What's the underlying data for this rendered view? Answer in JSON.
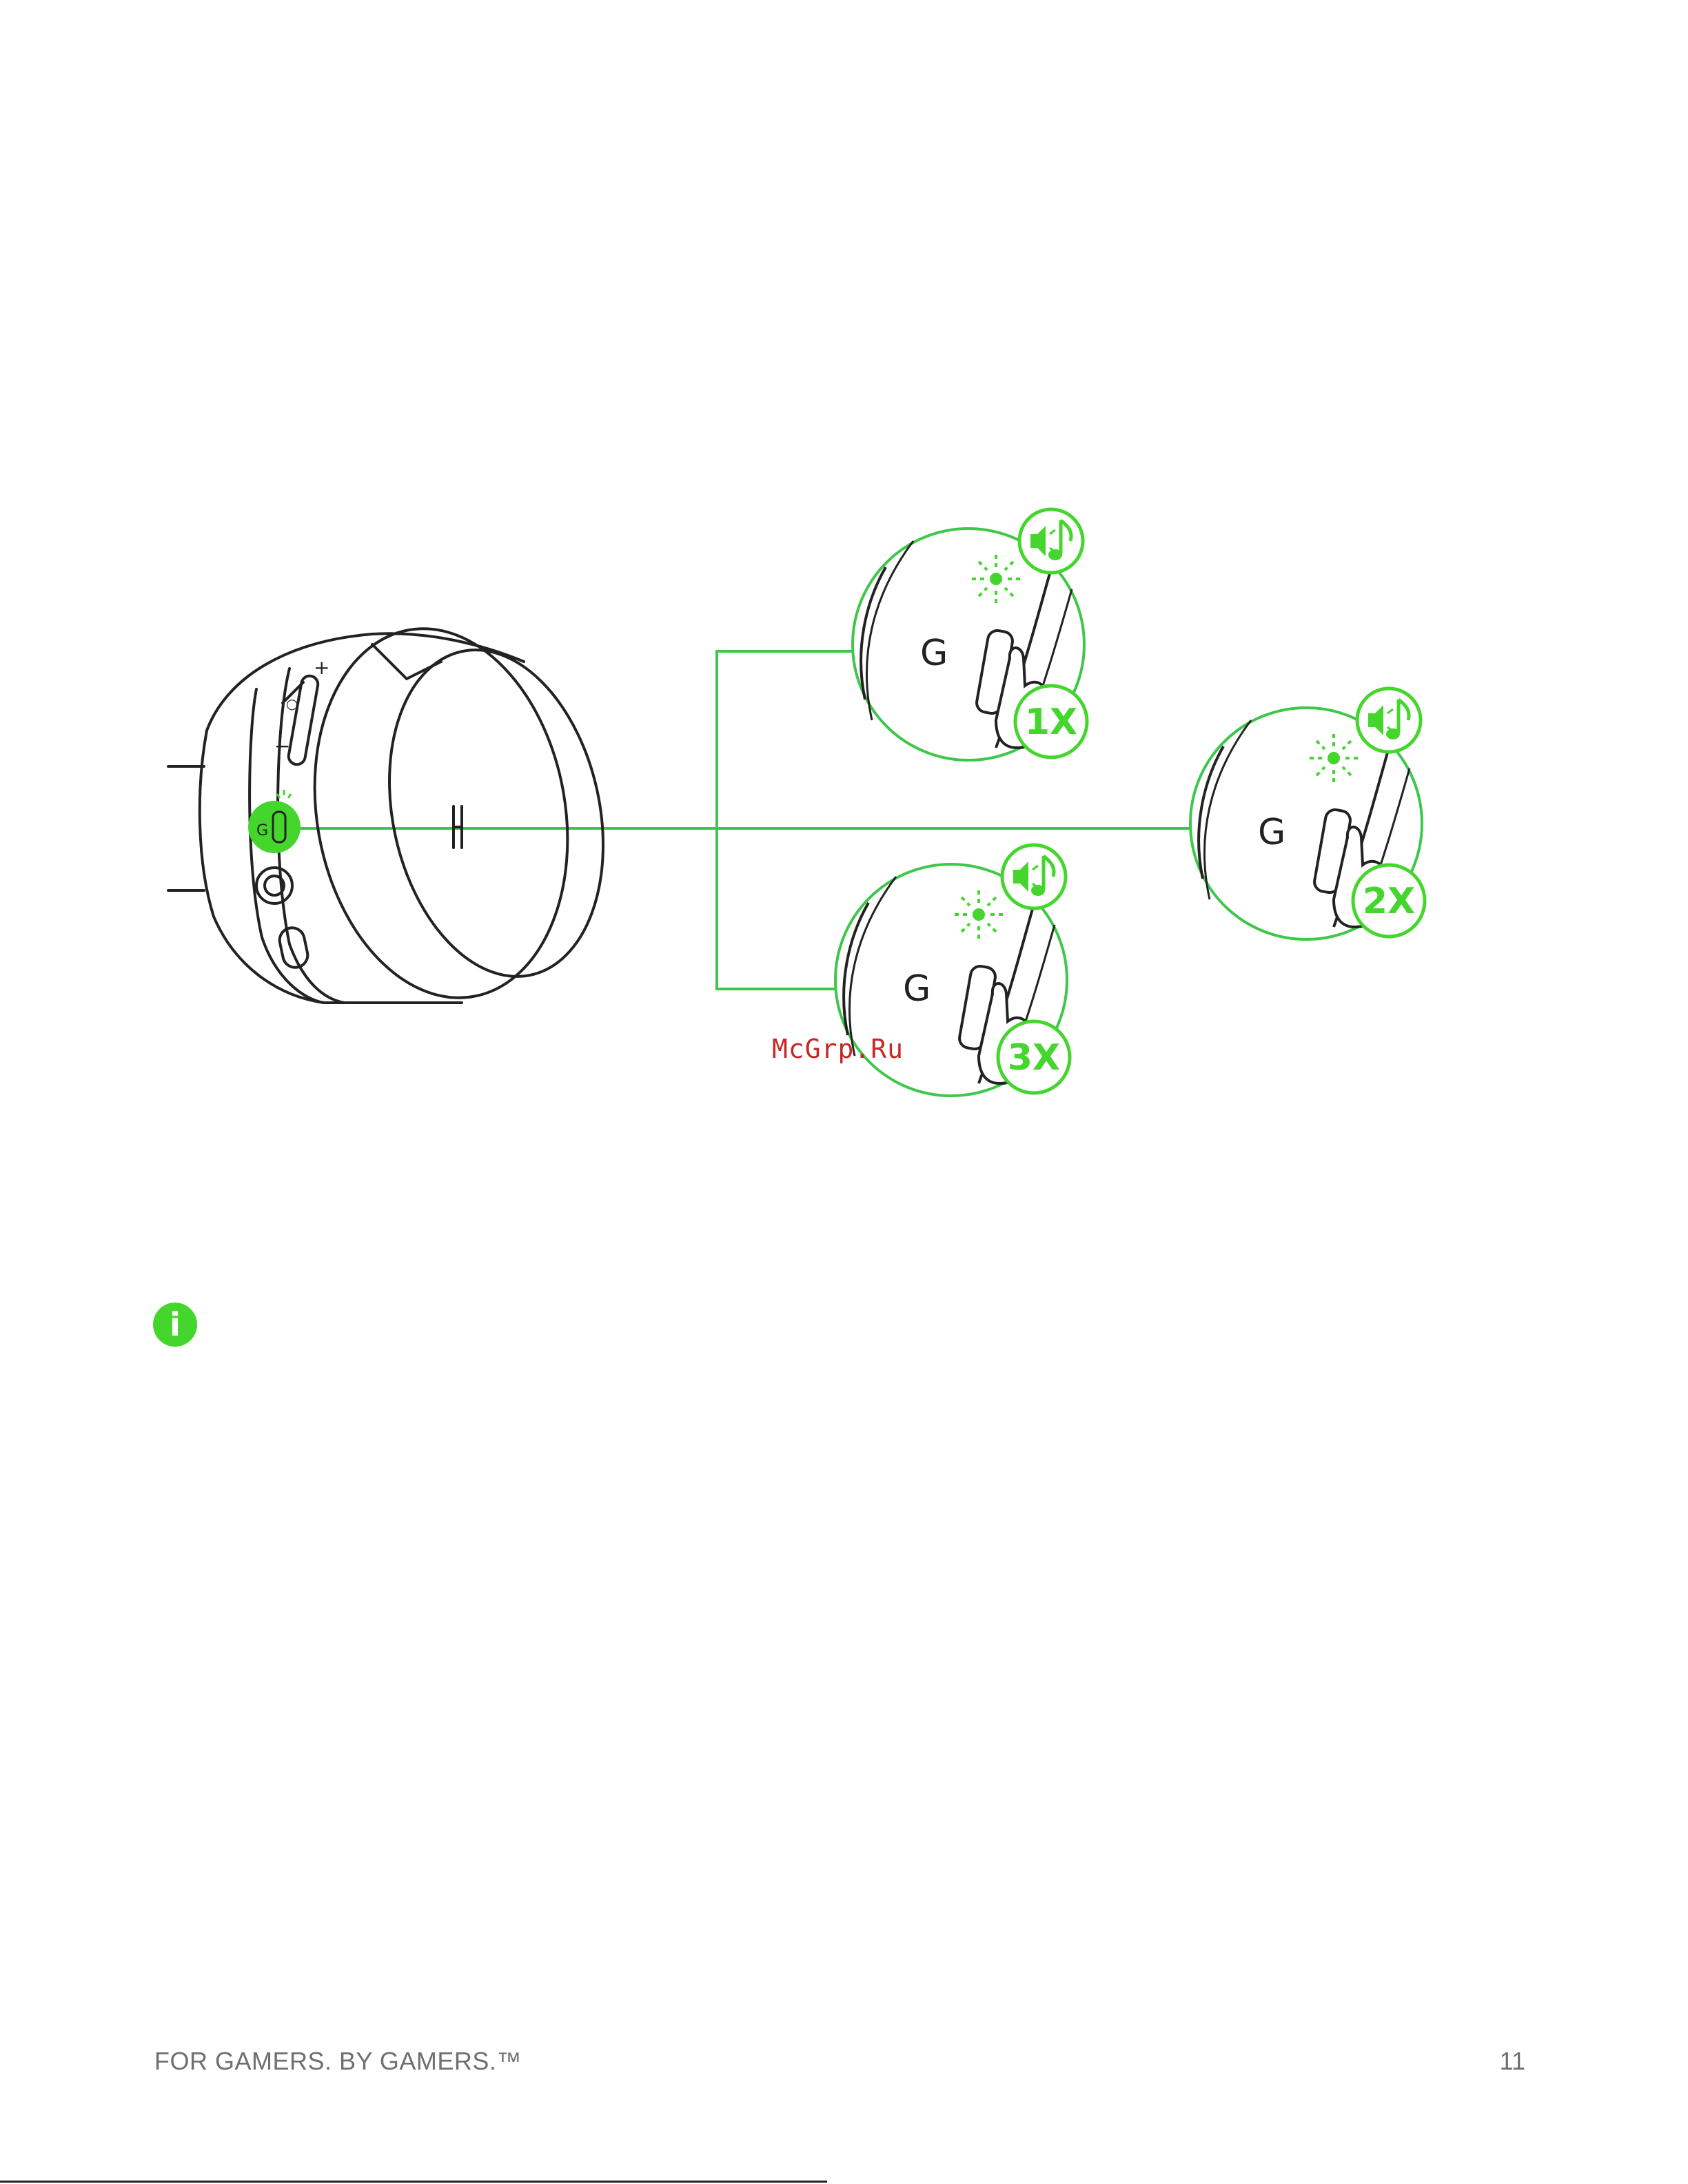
{
  "colors": {
    "accent": "#44d62c",
    "line": "#3ec74a",
    "ink": "#222222",
    "watermark": "#c62828",
    "footer": "#6f6f6f"
  },
  "figure": {
    "callouts": [
      {
        "press_count": "1X",
        "icon": "audio-prompt-icon"
      },
      {
        "press_count": "2X",
        "icon": "audio-prompt-icon"
      },
      {
        "press_count": "3X",
        "icon": "audio-prompt-icon"
      }
    ],
    "headset_labels": {
      "volume_up": "+",
      "volume_mid": "○",
      "volume_down": "−"
    }
  },
  "watermark": "McGrp.Ru",
  "note": {
    "icon": "info-icon",
    "glyph": "i"
  },
  "footer": {
    "tagline": "FOR GAMERS. BY GAMERS.™",
    "page_number": "11"
  }
}
